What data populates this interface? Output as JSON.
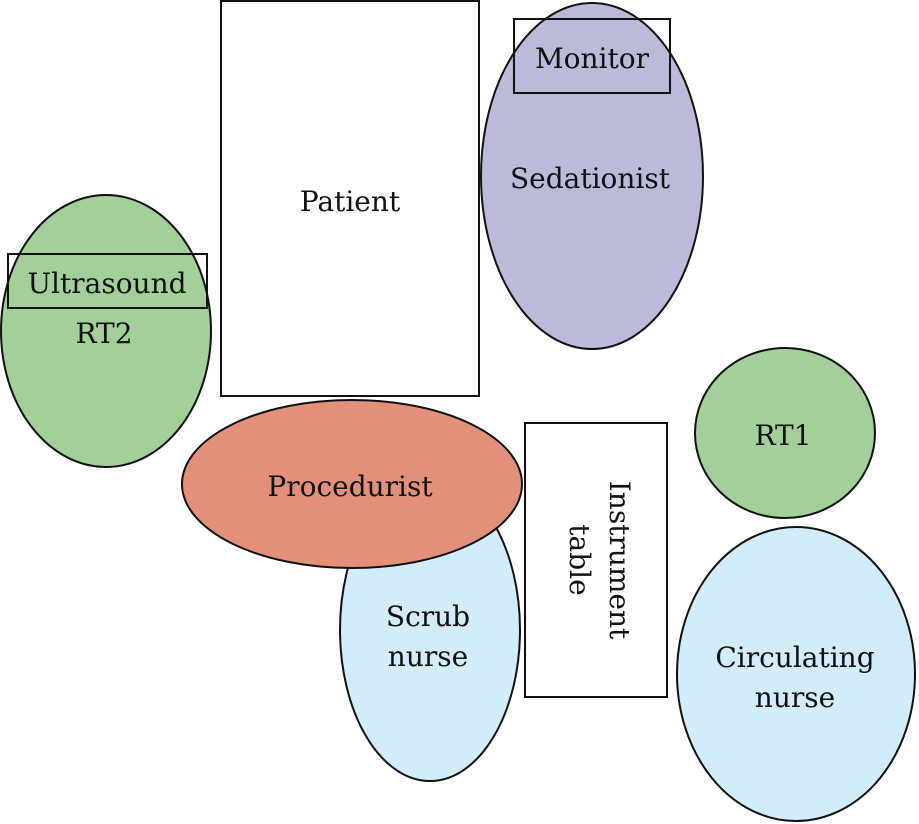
{
  "diagram": {
    "type": "room-layout",
    "colors": {
      "green": "#a3cf9a",
      "lavender": "#babbd9",
      "salmon": "#e3907a",
      "light_blue": "#d3ecf9",
      "white": "#ffffff",
      "stroke": "#111111"
    },
    "elements": {
      "patient": {
        "label": "Patient",
        "shape": "rectangle"
      },
      "monitor": {
        "label": "Monitor",
        "shape": "rectangle"
      },
      "sedationist": {
        "label": "Sedationist",
        "shape": "ellipse"
      },
      "ultrasound": {
        "label": "Ultrasound",
        "shape": "rectangle"
      },
      "rt2": {
        "label": "RT2",
        "shape": "ellipse"
      },
      "procedurist": {
        "label": "Procedurist",
        "shape": "ellipse"
      },
      "scrub_nurse": {
        "label_line1": "Scrub",
        "label_line2": "nurse",
        "shape": "ellipse"
      },
      "instrument_table": {
        "label_line1": "Instrument",
        "label_line2": "table",
        "shape": "rectangle",
        "text_orientation": "rotated-clockwise"
      },
      "rt1": {
        "label": "RT1",
        "shape": "ellipse"
      },
      "circulating_nurse": {
        "label_line1": "Circulating",
        "label_line2": "nurse",
        "shape": "ellipse"
      }
    }
  }
}
